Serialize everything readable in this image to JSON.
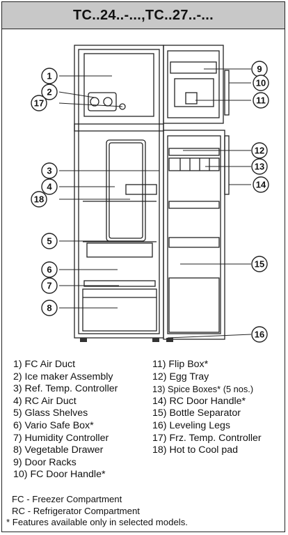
{
  "header": {
    "title": "TC..24..-...,TC..27..-..."
  },
  "callouts": [
    "1",
    "2",
    "17",
    "3",
    "4",
    "18",
    "5",
    "6",
    "7",
    "8",
    "9",
    "10",
    "11",
    "12",
    "13",
    "14",
    "15",
    "16"
  ],
  "legend": {
    "left": [
      "1) FC Air Duct",
      "2) Ice maker Assembly",
      "3) Ref. Temp. Controller",
      "4) RC Air Duct",
      "5) Glass Shelves",
      "6) Vario Safe Box*",
      "7) Humidity Controller",
      "8) Vegetable Drawer",
      "9) Door Racks",
      "10) FC Door Handle*"
    ],
    "right": [
      "11) Flip Box*",
      "12) Egg Tray",
      "13) Spice Boxes* (5 nos.)",
      "14) RC Door Handle*",
      "15) Bottle Separator",
      "16) Leveling Legs",
      "17) Frz. Temp. Controller",
      "18) Hot to Cool pad"
    ]
  },
  "notes": [
    "FC - Freezer Compartment",
    "RC - Refrigerator Compartment",
    "* Features available only in selected models."
  ]
}
